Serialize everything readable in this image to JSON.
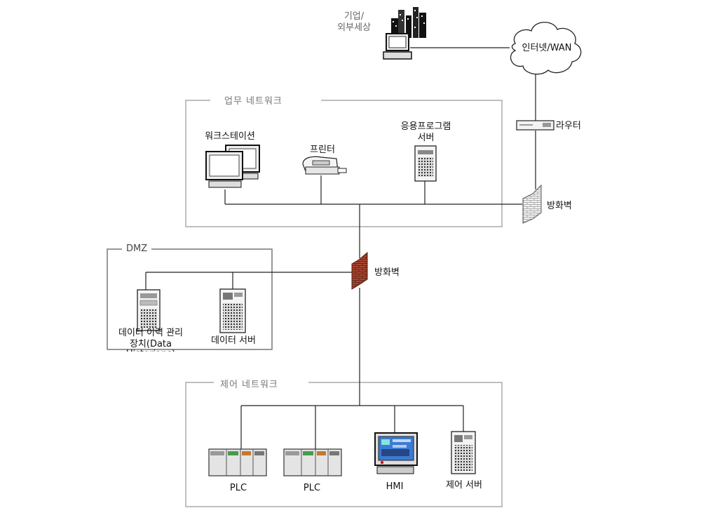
{
  "zones": {
    "business": "업무 네트워크",
    "dmz": "DMZ",
    "control": "제어 네트워크"
  },
  "nodes": {
    "enterprise_line1": "기업/",
    "enterprise_line2": "외부세상",
    "internet": "인터넷/WAN",
    "router": "라우터",
    "firewall_outer": "방화벽",
    "firewall_inner": "방화벽",
    "workstation": "워크스테이션",
    "printer": "프린터",
    "app_server_line1": "응용프로그램",
    "app_server_line2": "서버",
    "historian_line1": "데이터 이력 관리",
    "historian_line2": "장치(Data",
    "historian_line3": "Historians)",
    "data_server": "데이터 서버",
    "plc1": "PLC",
    "plc2": "PLC",
    "hmi": "HMI",
    "control_server": "제어 서버"
  },
  "colors": {
    "firewall_brick": "#8a3324",
    "firewall_light": "#e8e8e8",
    "line": "#222222",
    "zone_border": "#aaaaaa",
    "hmi_screen": "#3a7bd5"
  }
}
